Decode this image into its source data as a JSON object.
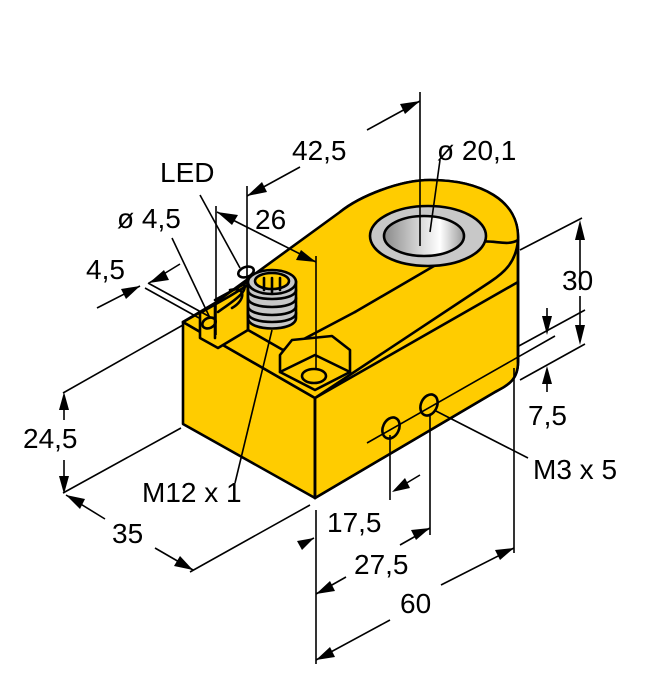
{
  "figure": {
    "type": "isometric dimension drawing",
    "subject": "ring inductive sensor with M12 connector",
    "body_color": "#FFCC00",
    "bore_color": "#C8C8C8",
    "line_color": "#000000"
  },
  "dimensions": {
    "length_to_bore": "42,5",
    "bore_diameter": "ø 20,1",
    "led_label": "LED",
    "mount_hole_diameter": "ø 4,5",
    "connector_offset": "26",
    "mount_hole_offset": "4,5",
    "height_total": "30",
    "thread_height": "7,5",
    "thread_spec": "M3 x 5",
    "block_height": "24,5",
    "connector_spec": "M12 x 1",
    "depth": "35",
    "thread_pos_1": "17,5",
    "thread_pos_2": "27,5",
    "length_total": "60"
  }
}
